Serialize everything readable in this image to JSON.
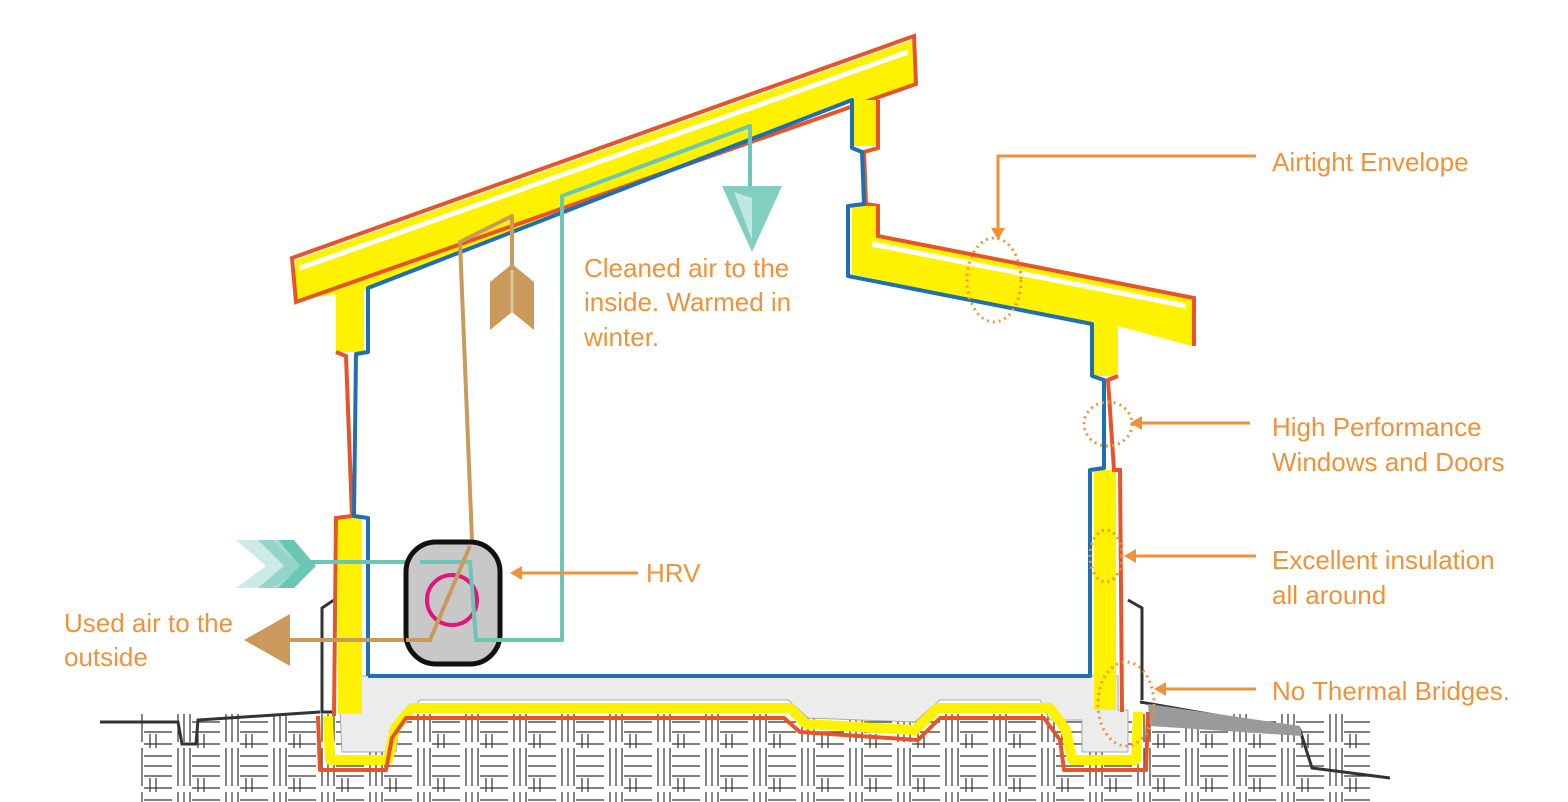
{
  "labels": {
    "airtight": "Airtight Envelope",
    "windows_line1": "High Performance",
    "windows_line2": "Windows and Doors",
    "insulation_line1": "Excellent insulation",
    "insulation_line2": "all around",
    "thermal": "No Thermal Bridges.",
    "hrv": "HRV",
    "cleaned_line1": "Cleaned air to the",
    "cleaned_line2": "inside. Warmed in",
    "cleaned_line3": "winter.",
    "used_line1": "Used air to the",
    "used_line2": "outside"
  },
  "colors": {
    "label_orange": "#f0923a",
    "outer_membrane": "#e8542a",
    "insulation": "#fff200",
    "air_barrier": "#1f6fb5",
    "fresh_air": "#6cc6b6",
    "exhaust_air": "#c99a5b",
    "hrv_body": "#c8c8c8",
    "hrv_fan": "#e0167a",
    "slab": "#ececec",
    "ground": "#333333"
  },
  "icons": {
    "fresh_arrow_in": "chevron-arrow-right-icon",
    "fresh_arrow_down": "arrow-down-icon",
    "exhaust_arrow_up": "chevron-arrow-up-icon",
    "exhaust_arrow_out": "arrow-left-icon",
    "hrv_fan": "fan-circle-icon"
  }
}
